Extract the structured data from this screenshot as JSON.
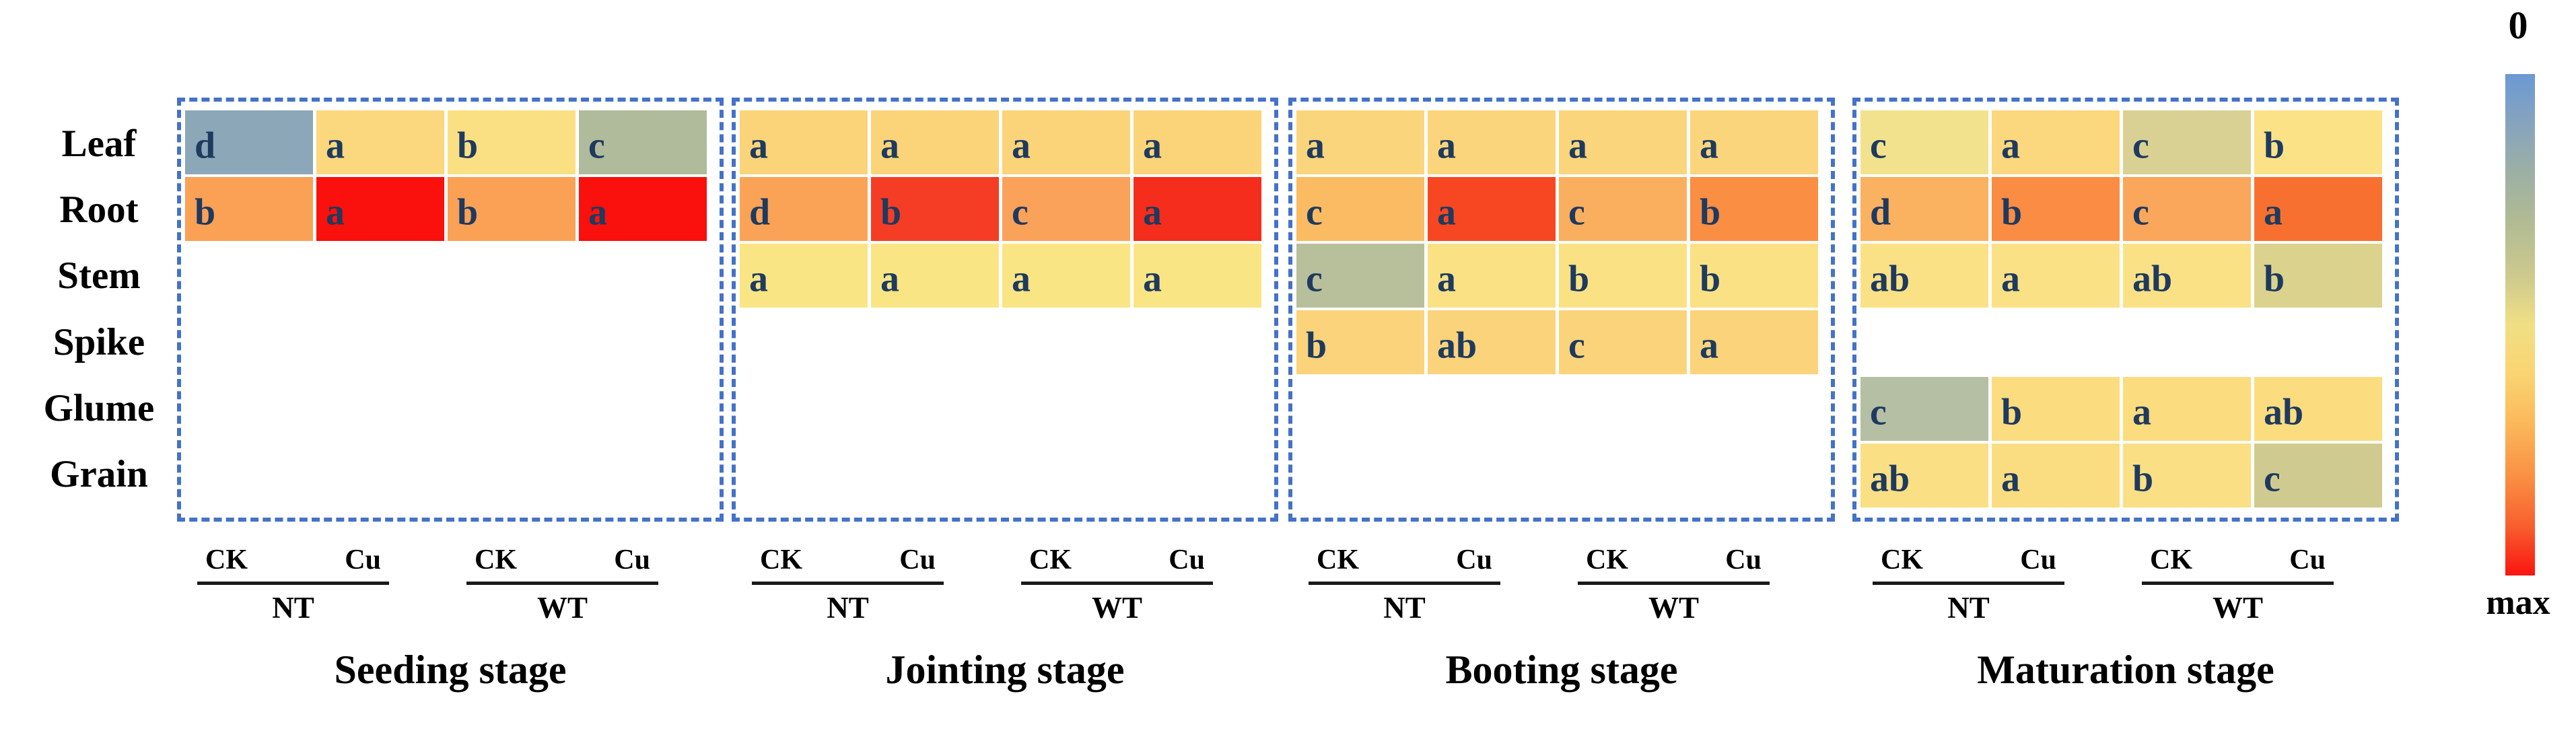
{
  "chart_data": {
    "type": "heatmap",
    "title": "",
    "rows": [
      "Leaf",
      "Root",
      "Stem",
      "Spike",
      "Glume",
      "Grain"
    ],
    "letter_color": "#1e3a5f",
    "border_color": "#4472c8",
    "colorbar": {
      "top": "0",
      "bottom": "max",
      "stops": [
        "#6B99D3",
        "#87A4BE",
        "#9DB0A3",
        "#B2BC93",
        "#CCC98E",
        "#F0DF85",
        "#FAD471",
        "#FBB75A",
        "#FA9144",
        "#F7602E",
        "#FA1410"
      ]
    },
    "stages": [
      {
        "title": "Seeding stage",
        "groups": [
          {
            "name": "NT",
            "treatments": [
              "CK",
              "Cu"
            ]
          },
          {
            "name": "WT",
            "treatments": [
              "CK",
              "Cu"
            ]
          }
        ],
        "cells": {
          "Leaf": [
            {
              "letter": "d",
              "color": "#8CA7B8"
            },
            {
              "letter": "a",
              "color": "#FBD87E"
            },
            {
              "letter": "b",
              "color": "#FBE083"
            },
            {
              "letter": "c",
              "color": "#AFBB9A"
            }
          ],
          "Root": [
            {
              "letter": "b",
              "color": "#FAA156"
            },
            {
              "letter": "a",
              "color": "#FA100C"
            },
            {
              "letter": "b",
              "color": "#FAA156"
            },
            {
              "letter": "a",
              "color": "#FA100C"
            }
          ],
          "Stem": null,
          "Spike": null,
          "Glume": null,
          "Grain": null
        }
      },
      {
        "title": "Jointing stage",
        "groups": [
          {
            "name": "NT",
            "treatments": [
              "CK",
              "Cu"
            ]
          },
          {
            "name": "WT",
            "treatments": [
              "CK",
              "Cu"
            ]
          }
        ],
        "cells": {
          "Leaf": [
            {
              "letter": "a",
              "color": "#FBD479"
            },
            {
              "letter": "a",
              "color": "#FBD479"
            },
            {
              "letter": "a",
              "color": "#FBD479"
            },
            {
              "letter": "a",
              "color": "#FBD479"
            }
          ],
          "Root": [
            {
              "letter": "d",
              "color": "#FAA356"
            },
            {
              "letter": "b",
              "color": "#F53D26"
            },
            {
              "letter": "c",
              "color": "#FAA15A"
            },
            {
              "letter": "a",
              "color": "#F52D1C"
            }
          ],
          "Stem": [
            {
              "letter": "a",
              "color": "#FAE584"
            },
            {
              "letter": "a",
              "color": "#FAE584"
            },
            {
              "letter": "a",
              "color": "#FAE584"
            },
            {
              "letter": "a",
              "color": "#FAE584"
            }
          ],
          "Spike": null,
          "Glume": null,
          "Grain": null
        }
      },
      {
        "title": "Booting stage",
        "groups": [
          {
            "name": "NT",
            "treatments": [
              "CK",
              "Cu"
            ]
          },
          {
            "name": "WT",
            "treatments": [
              "CK",
              "Cu"
            ]
          }
        ],
        "cells": {
          "Leaf": [
            {
              "letter": "a",
              "color": "#FBD57B"
            },
            {
              "letter": "a",
              "color": "#FBD57B"
            },
            {
              "letter": "a",
              "color": "#FBD57B"
            },
            {
              "letter": "a",
              "color": "#FBD57B"
            }
          ],
          "Root": [
            {
              "letter": "c",
              "color": "#FABB62"
            },
            {
              "letter": "a",
              "color": "#F64722"
            },
            {
              "letter": "c",
              "color": "#FAAF5E"
            },
            {
              "letter": "b",
              "color": "#FA8E43"
            }
          ],
          "Stem": [
            {
              "letter": "c",
              "color": "#B8BF9B"
            },
            {
              "letter": "a",
              "color": "#FAE184"
            },
            {
              "letter": "b",
              "color": "#FAE184"
            },
            {
              "letter": "b",
              "color": "#FAE184"
            }
          ],
          "Spike": [
            {
              "letter": "b",
              "color": "#FBD37A"
            },
            {
              "letter": "ab",
              "color": "#FBD37A"
            },
            {
              "letter": "c",
              "color": "#FBD37A"
            },
            {
              "letter": "a",
              "color": "#FBD37A"
            }
          ],
          "Glume": null,
          "Grain": null
        }
      },
      {
        "title": "Maturation stage",
        "groups": [
          {
            "name": "NT",
            "treatments": [
              "CK",
              "Cu"
            ]
          },
          {
            "name": "WT",
            "treatments": [
              "CK",
              "Cu"
            ]
          }
        ],
        "cells": {
          "Leaf": [
            {
              "letter": "c",
              "color": "#F2E28E"
            },
            {
              "letter": "a",
              "color": "#FBD77E"
            },
            {
              "letter": "c",
              "color": "#D8D193"
            },
            {
              "letter": "b",
              "color": "#FBE287"
            }
          ],
          "Root": [
            {
              "letter": "d",
              "color": "#FAB160"
            },
            {
              "letter": "b",
              "color": "#FA8C43"
            },
            {
              "letter": "c",
              "color": "#FAA65B"
            },
            {
              "letter": "a",
              "color": "#F8702F"
            }
          ],
          "Stem": [
            {
              "letter": "ab",
              "color": "#FAE186"
            },
            {
              "letter": "a",
              "color": "#FAE186"
            },
            {
              "letter": "ab",
              "color": "#FAE186"
            },
            {
              "letter": "b",
              "color": "#DBD28D"
            }
          ],
          "Spike": null,
          "Glume": [
            {
              "letter": "c",
              "color": "#B5BFA4"
            },
            {
              "letter": "b",
              "color": "#FBDC7E"
            },
            {
              "letter": "a",
              "color": "#FBDC7E"
            },
            {
              "letter": "ab",
              "color": "#FBDC7E"
            }
          ],
          "Grain": [
            {
              "letter": "ab",
              "color": "#FADF85"
            },
            {
              "letter": "a",
              "color": "#FADD80"
            },
            {
              "letter": "b",
              "color": "#FADF85"
            },
            {
              "letter": "c",
              "color": "#CFCB90"
            }
          ]
        }
      }
    ]
  }
}
